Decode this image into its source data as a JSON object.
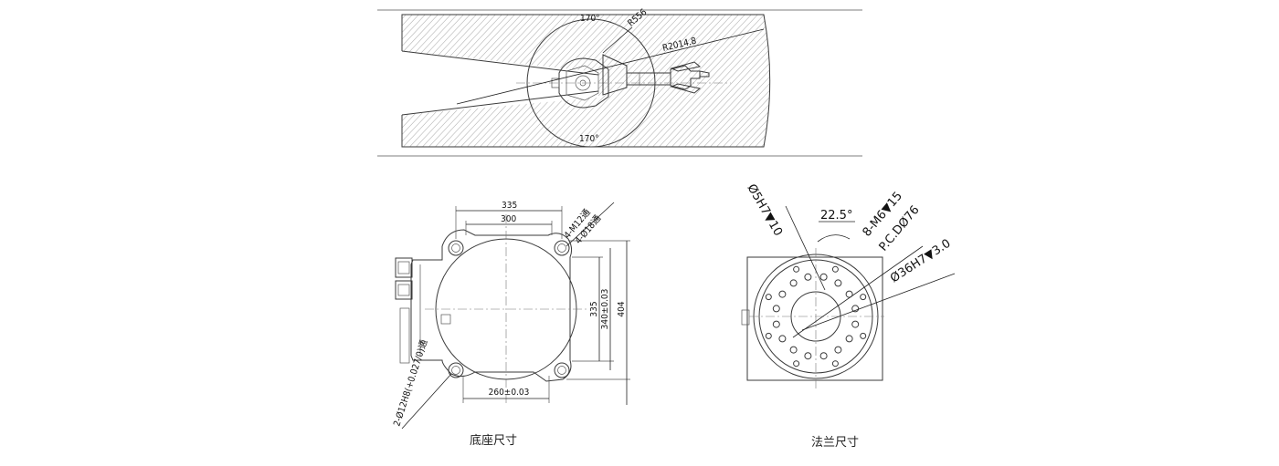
{
  "top_view": {
    "angle_top": "170°",
    "angle_bottom": "170°",
    "radius_inner": "R556",
    "radius_outer": "R2014.8"
  },
  "base_view": {
    "width_outer": "335",
    "width_inner": "300",
    "height_outer": "335",
    "height_pitch": "340±0.03",
    "height_total": "404",
    "bottom_pitch": "260±0.03",
    "thread_note_1": "4-M12通",
    "thread_note_2": "4-Ø18通",
    "pin_hole_note": "2-Ø12H8(+0.027/0)通",
    "caption": "底座尺寸"
  },
  "flange_view": {
    "angle": "22.5°",
    "pin_note": "Ø5H7▼10",
    "thread_note": "8-M6▼15",
    "pcd_note": "P.C.DØ76",
    "bore_note": "Ø36H7▼3.0",
    "caption": "法兰尺寸"
  }
}
